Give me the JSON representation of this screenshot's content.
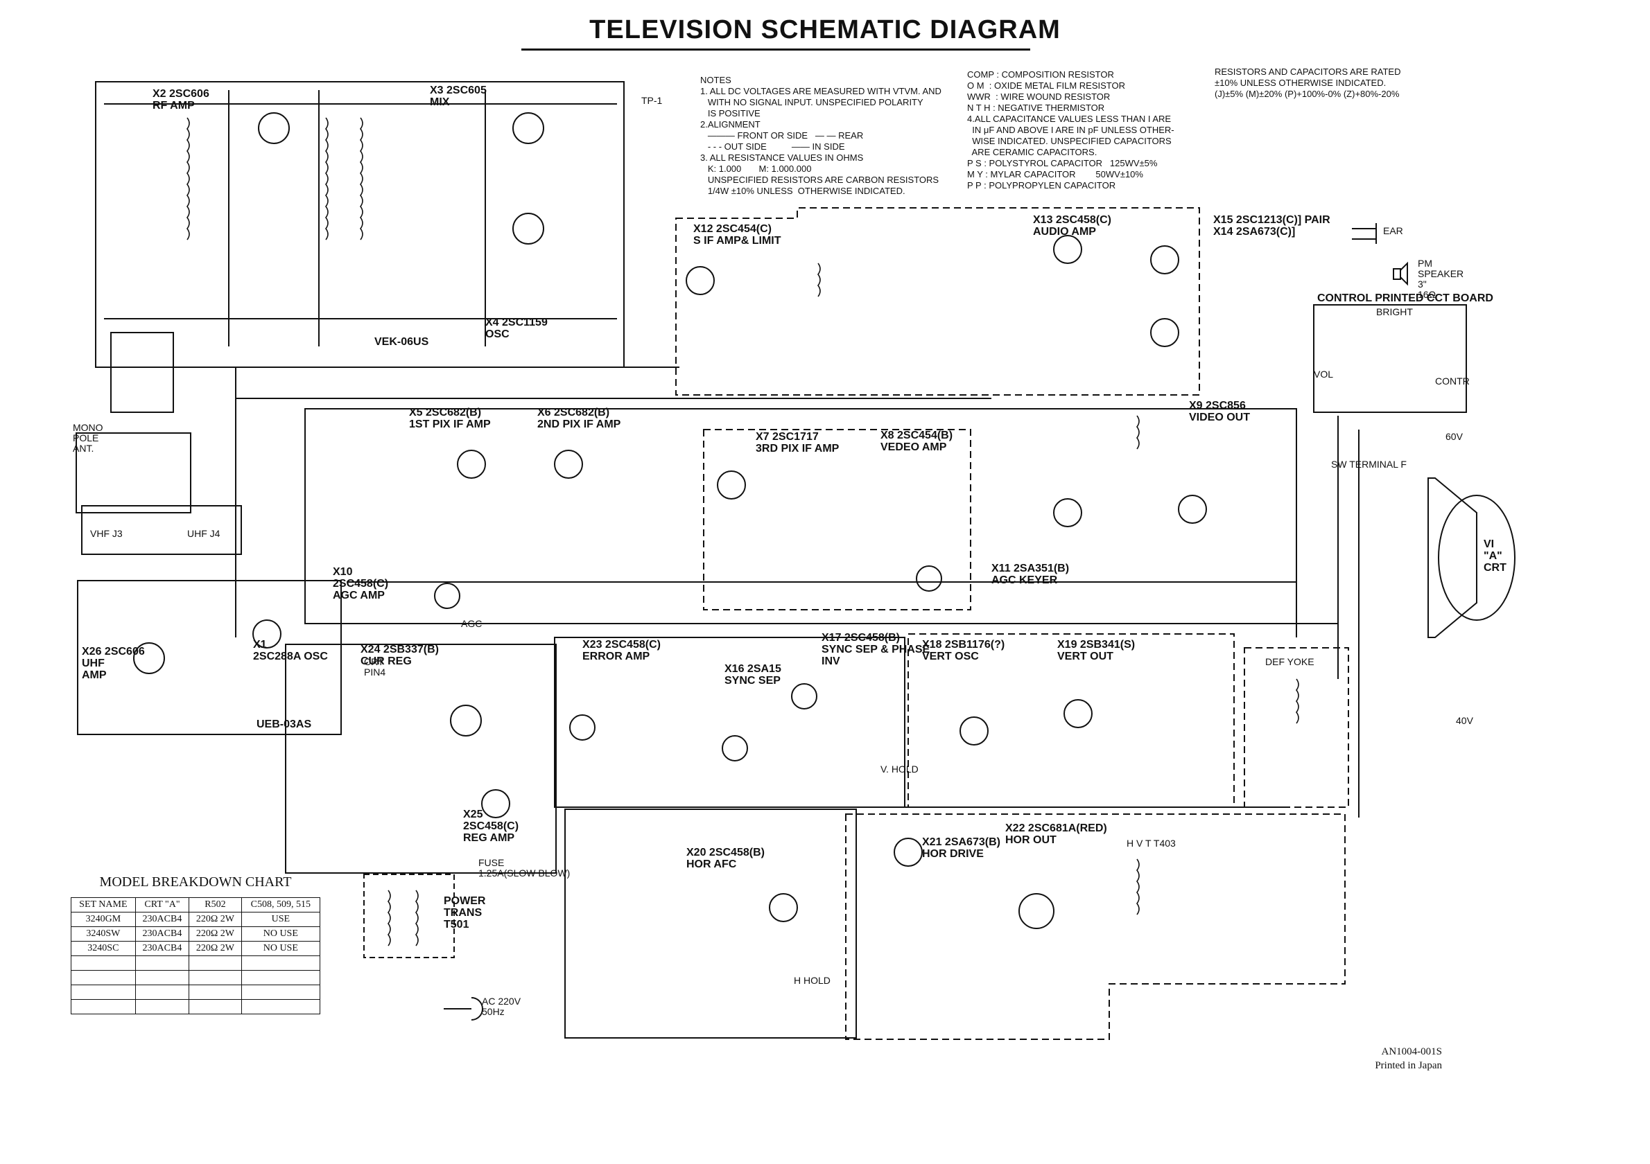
{
  "title": "TELEVISION SCHEMATIC DIAGRAM",
  "notes": {
    "block1": "NOTES\n1. ALL DC VOLTAGES ARE MEASURED WITH VTVM. AND\n   WITH NO SIGNAL INPUT. UNSPECIFIED POLARITY\n   IS POSITIVE\n2.ALIGNMENT\n   ——— FRONT OR SIDE   — — REAR\n   - - - OUT SIDE          —— IN SIDE\n3. ALL RESISTANCE VALUES IN OHMS\n   K: 1.000       M: 1.000.000\n   UNSPECIFIED RESISTORS ARE CARBON RESISTORS\n   1/4W ±10% UNLESS  OTHERWISE INDICATED.",
    "block2": "COMP : COMPOSITION RESISTOR\nO M  : OXIDE METAL FILM RESISTOR\nWWR  : WIRE WOUND RESISTOR\nN T H : NEGATIVE THERMISTOR\n4.ALL CAPACITANCE VALUES LESS THAN I ARE\n  IN μF AND ABOVE I ARE IN pF UNLESS OTHER-\n  WISE INDICATED. UNSPECIFIED CAPACITORS\n  ARE CERAMIC CAPACITORS.\nP S : POLYSTYROL CAPACITOR   125WV±5%\nM Y : MYLAR CAPACITOR        50WV±10%\nP P : POLYPROPYLEN CAPACITOR",
    "block3": "RESISTORS AND CAPACITORS ARE RATED\n±10% UNLESS OTHERWISE INDICATED.\n(J)±5% (M)±20% (P)+100%-0% (Z)+80%-20%"
  },
  "blocks": [
    {
      "name": "tuner-vhf",
      "label": "VEK-06US"
    },
    {
      "name": "rf-amp",
      "label": "X2 2SC606\nRF AMP"
    },
    {
      "name": "mix",
      "label": "X3 2SC605\nMIX"
    },
    {
      "name": "osc",
      "label": "X4 2SC1159\nOSC"
    },
    {
      "name": "sif",
      "label": "X12 2SC454(C)\nS IF AMP& LIMIT"
    },
    {
      "name": "audio",
      "label": "X13 2SC458(C)\nAUDIO AMP"
    },
    {
      "name": "audio-out",
      "label": "X15 2SC1213(C)] PAIR\nX14 2SA673(C)]"
    },
    {
      "name": "pif1",
      "label": "X5 2SC682(B)\n1ST PIX IF AMP"
    },
    {
      "name": "pif2",
      "label": "X6 2SC682(B)\n2ND PIX IF AMP"
    },
    {
      "name": "pif3",
      "label": "X7 2SC1717\n3RD PIX IF AMP"
    },
    {
      "name": "video",
      "label": "X8 2SC454(B)\nVEDEO AMP"
    },
    {
      "name": "video-out",
      "label": "X9 2SC856\nVIDEO OUT"
    },
    {
      "name": "agc-amp",
      "label": "X10\n2SC458(C)\nAGC AMP"
    },
    {
      "name": "agc-keyer",
      "label": "X11 2SA351(B)\nAGC KEYER"
    },
    {
      "name": "uhf-amp",
      "label": "X26 2SC606\nUHF\nAMP"
    },
    {
      "name": "uhf-osc",
      "label": "X1\n2SC288A OSC"
    },
    {
      "name": "uhf-tuner",
      "label": "UEB-03AS"
    },
    {
      "name": "cur-reg",
      "label": "X24 2SB337(B)\nCUR REG"
    },
    {
      "name": "reg-amp",
      "label": "X25\n2SC458(C)\nREG AMP"
    },
    {
      "name": "error-amp",
      "label": "X23 2SC458(C)\nERROR AMP"
    },
    {
      "name": "sync-sep",
      "label": "X16 2SA15\nSYNC SEP"
    },
    {
      "name": "sync-phase",
      "label": "X17 2SC458(B)\nSYNC SEP & PHASE\nINV"
    },
    {
      "name": "vert-osc",
      "label": "X18 2SB1176(?)\nVERT OSC"
    },
    {
      "name": "vert-out",
      "label": "X19 2SB341(S)\nVERT OUT"
    },
    {
      "name": "hor-afc",
      "label": "X20 2SC458(B)\nHOR AFC"
    },
    {
      "name": "hor-drive",
      "label": "X21 2SA673(B)\nHOR DRIVE"
    },
    {
      "name": "hor-out",
      "label": "X22 2SC681A(RED)\nHOR OUT"
    },
    {
      "name": "control-board",
      "label": "CONTROL PRINTED CCT BOARD"
    },
    {
      "name": "crt",
      "label": "VI\n\"A\"\nCRT"
    },
    {
      "name": "power-trans",
      "label": "POWER\nTRANS\nT501"
    }
  ],
  "labels": [
    {
      "name": "tp1",
      "text": "TP-1"
    },
    {
      "name": "ear",
      "text": "EAR"
    },
    {
      "name": "speaker",
      "text": "PM\nSPEAKER\n3\"\n16Ω"
    },
    {
      "name": "bright",
      "text": "BRIGHT"
    },
    {
      "name": "vol",
      "text": "VOL"
    },
    {
      "name": "contr",
      "text": "CONTR"
    },
    {
      "name": "ant",
      "text": "MONO\nPOLE\nANT."
    },
    {
      "name": "vhf",
      "text": "VHF  J3"
    },
    {
      "name": "uhf",
      "text": "UHF  J4"
    },
    {
      "name": "crt-pin",
      "text": "CRT\nPIN4"
    },
    {
      "name": "def-yoke",
      "text": "DEF YOKE"
    },
    {
      "name": "sw-terminal",
      "text": "SW TERMINAL F"
    },
    {
      "name": "ac",
      "text": "AC 220V\n50Hz"
    },
    {
      "name": "fuse",
      "text": "FUSE\n1.25A(SLOW BLOW)"
    },
    {
      "name": "hvt",
      "text": "H V T  T403"
    },
    {
      "name": "v-hold",
      "text": "V. HOLD"
    },
    {
      "name": "h-hold",
      "text": "H HOLD"
    },
    {
      "name": "agc",
      "text": "AGC"
    },
    {
      "name": "v60",
      "text": "60V"
    },
    {
      "name": "v40",
      "text": "40V"
    }
  ],
  "breakdown": {
    "title": "MODEL BREAKDOWN CHART",
    "headers": [
      "SET NAME",
      "CRT \"A\"",
      "R502",
      "C508, 509, 515"
    ],
    "rows": [
      [
        "3240GM",
        "230ACB4",
        "220Ω  2W",
        "USE"
      ],
      [
        "3240SW",
        "230ACB4",
        "220Ω  2W",
        "NO USE"
      ],
      [
        "3240SC",
        "230ACB4",
        "220Ω  2W",
        "NO USE"
      ],
      [
        "",
        "",
        "",
        ""
      ],
      [
        "",
        "",
        "",
        ""
      ],
      [
        "",
        "",
        "",
        ""
      ],
      [
        "",
        "",
        "",
        ""
      ]
    ]
  },
  "footer": {
    "code": "AN1004-001S",
    "printed": "Printed in Japan"
  }
}
